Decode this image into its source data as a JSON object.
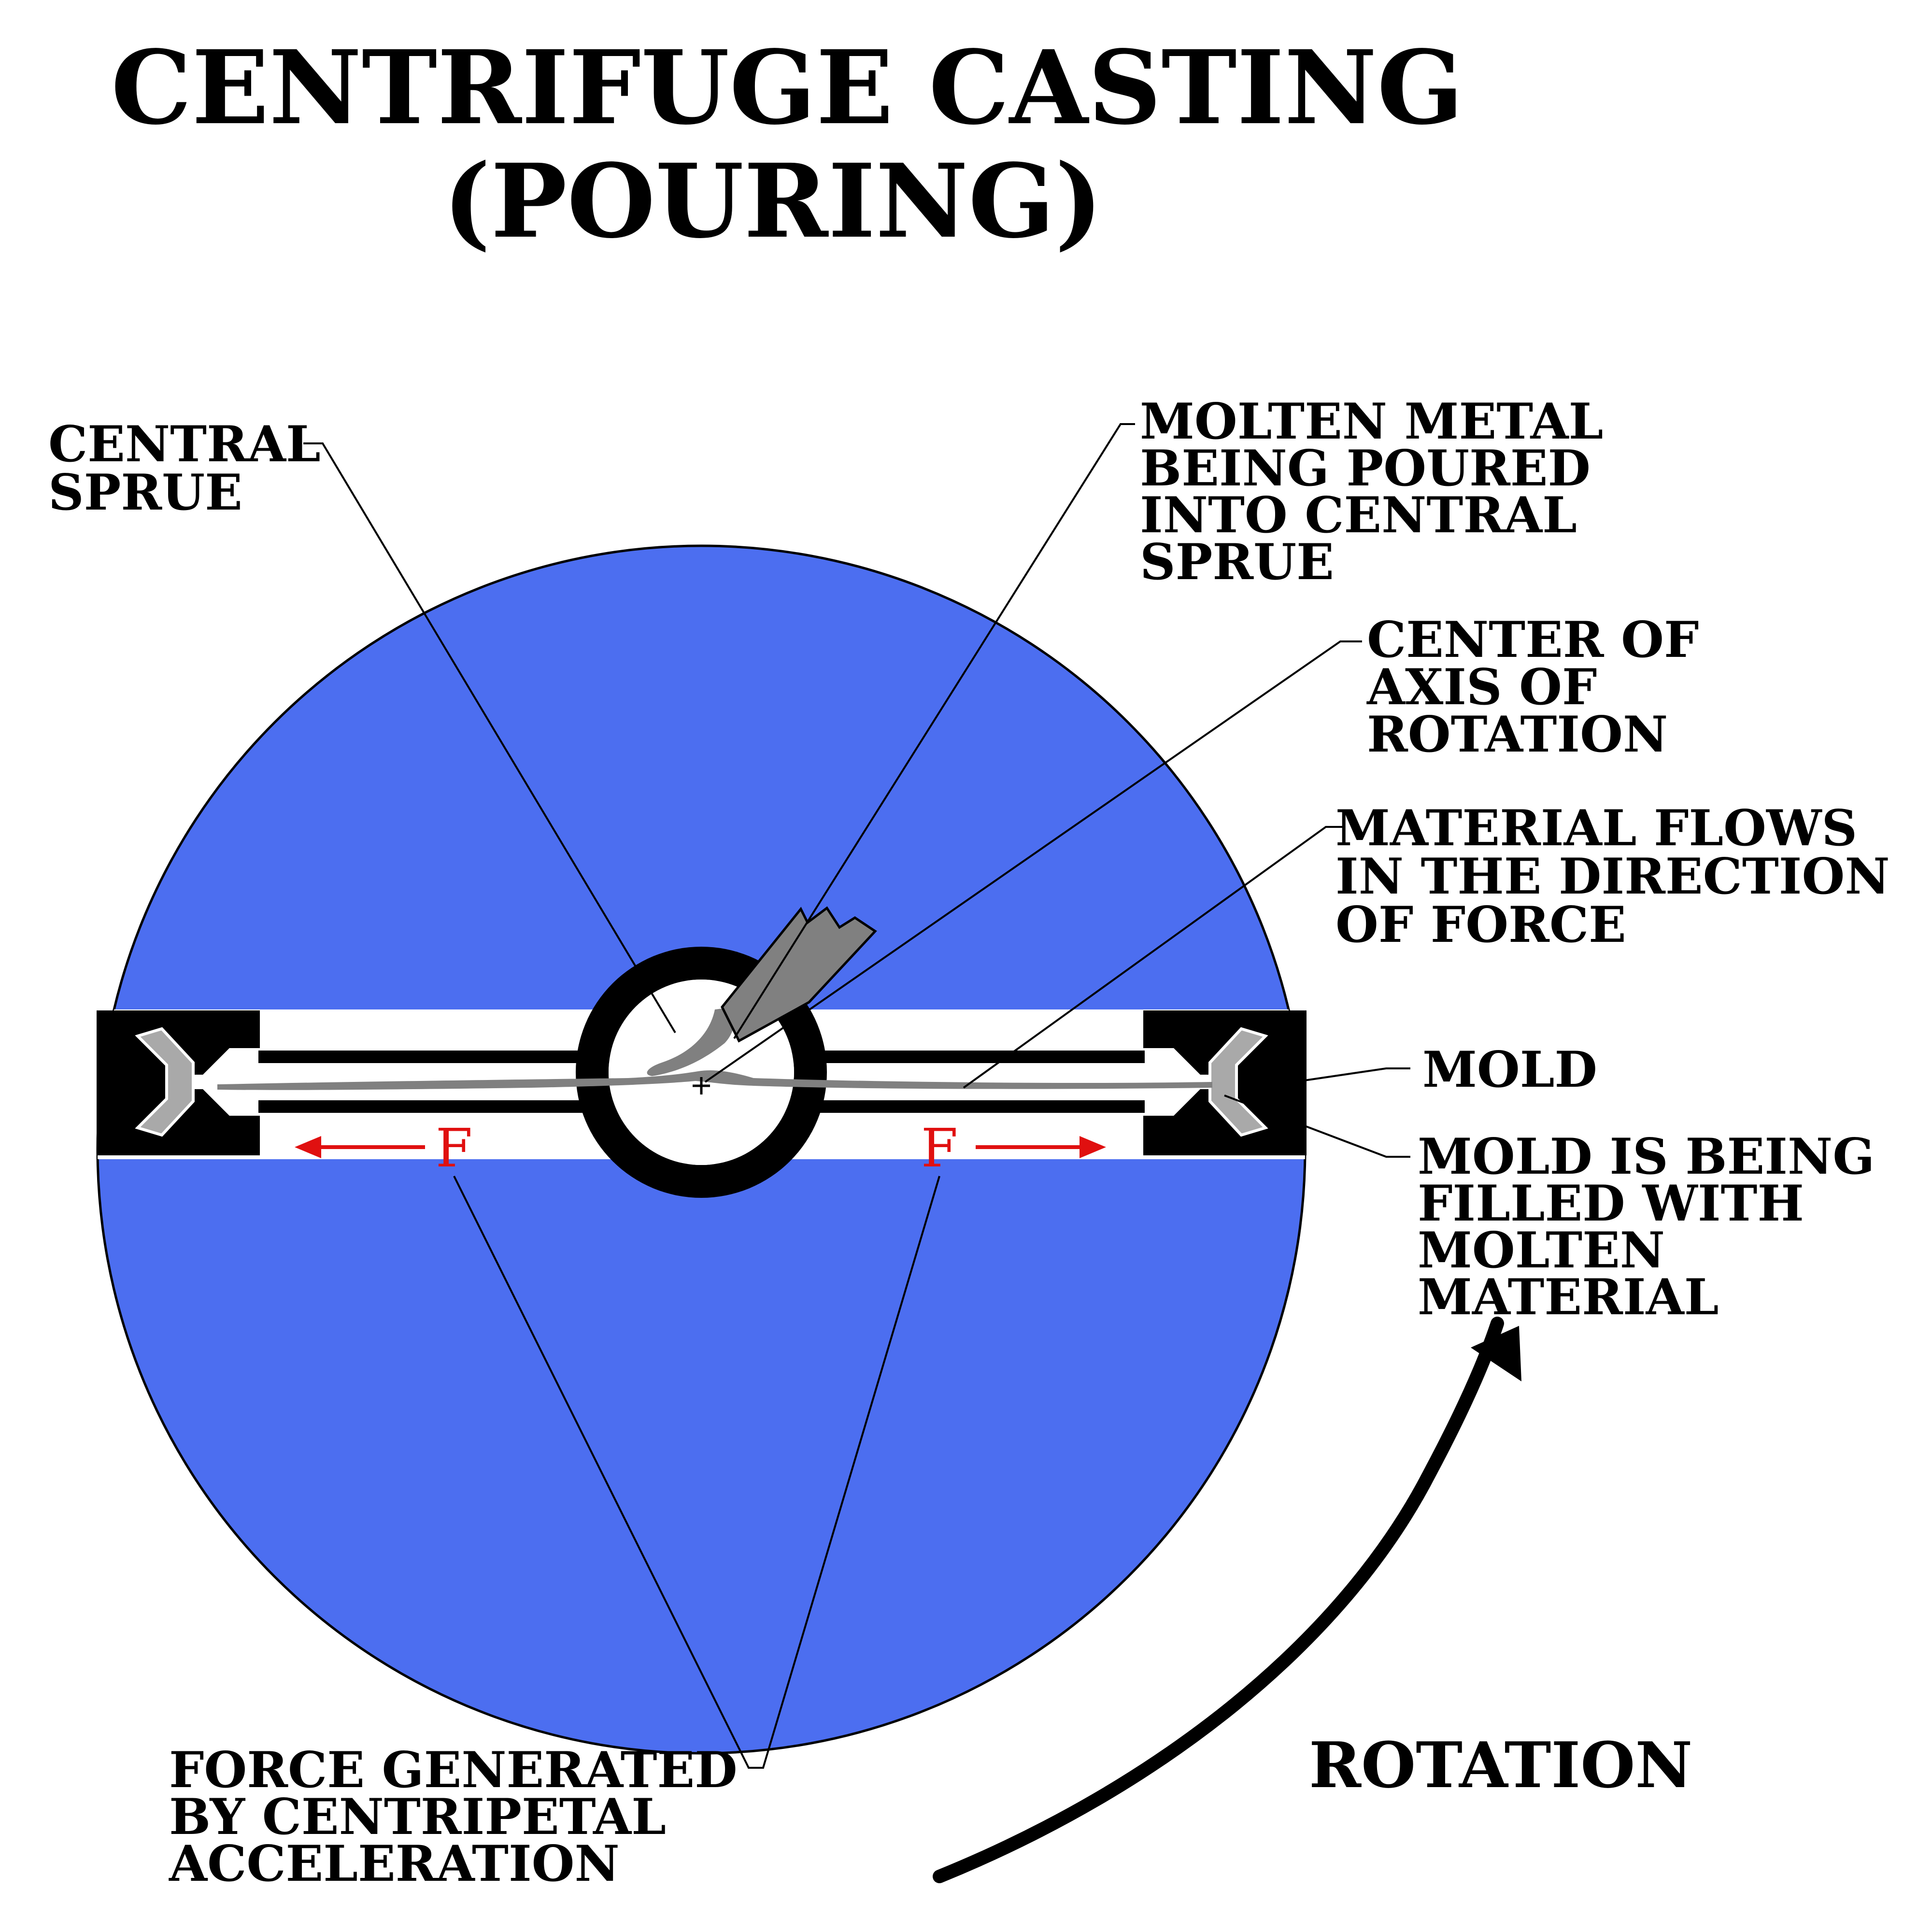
{
  "title": {
    "line1": "CENTRIFUGE CASTING",
    "line2": "(POURING)"
  },
  "colors": {
    "disc": "#4c6ef0",
    "mold": "#000000",
    "metal": "#808080",
    "force_arrow": "#e01010",
    "background": "#ffffff"
  },
  "labels": {
    "central_sprue": [
      "CENTRAL",
      "SPRUE"
    ],
    "molten_metal": [
      "MOLTEN METAL",
      "BEING POURED",
      "INTO CENTRAL",
      "SPRUE"
    ],
    "center_axis": [
      "CENTER OF",
      "AXIS OF",
      "ROTATION"
    ],
    "material_flows": [
      "MATERIAL FLOWS",
      "IN THE DIRECTION",
      "OF FORCE"
    ],
    "mold": [
      "MOLD"
    ],
    "mold_filled": [
      "MOLD IS BEING",
      "FILLED WITH",
      "MOLTEN",
      "MATERIAL"
    ],
    "force_generated": [
      "FORCE GENERATED",
      "BY CENTRIPETAL",
      "ACCELERATION"
    ],
    "rotation": "ROTATION"
  },
  "force_marks": {
    "left": "F",
    "right": "F"
  }
}
